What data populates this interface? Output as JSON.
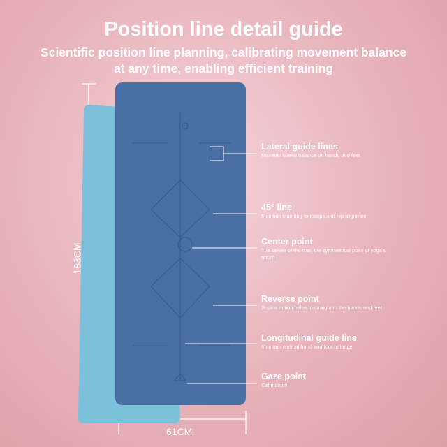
{
  "header": {
    "title": "Position line detail guide",
    "subtitle_line1": "Scientific position line planning, calibrating movement balance",
    "subtitle_line2": "at any time, enabling efficient training"
  },
  "dimensions": {
    "length": "183CM",
    "width": "61CM"
  },
  "callouts": [
    {
      "title": "Lateral guide lines",
      "desc": "Maintain lateral balance on hands and feet"
    },
    {
      "title": "45° line",
      "desc": "Maintain standing footsteps and hip alignment"
    },
    {
      "title": "Center point",
      "desc": "The center of the mat, the symmetrical point of yoga's return"
    },
    {
      "title": "Reverse point",
      "desc": "Supine action helps to straighten the hands and feet"
    },
    {
      "title": "Longitudinal guide line",
      "desc": "Maintain vertical hand and foot balance"
    },
    {
      "title": "Gaze point",
      "desc": "Calm down"
    }
  ],
  "colors": {
    "mat_front": "#4a6fa5",
    "mat_back": "#7cc0dc",
    "background": "#e8b3bb"
  }
}
